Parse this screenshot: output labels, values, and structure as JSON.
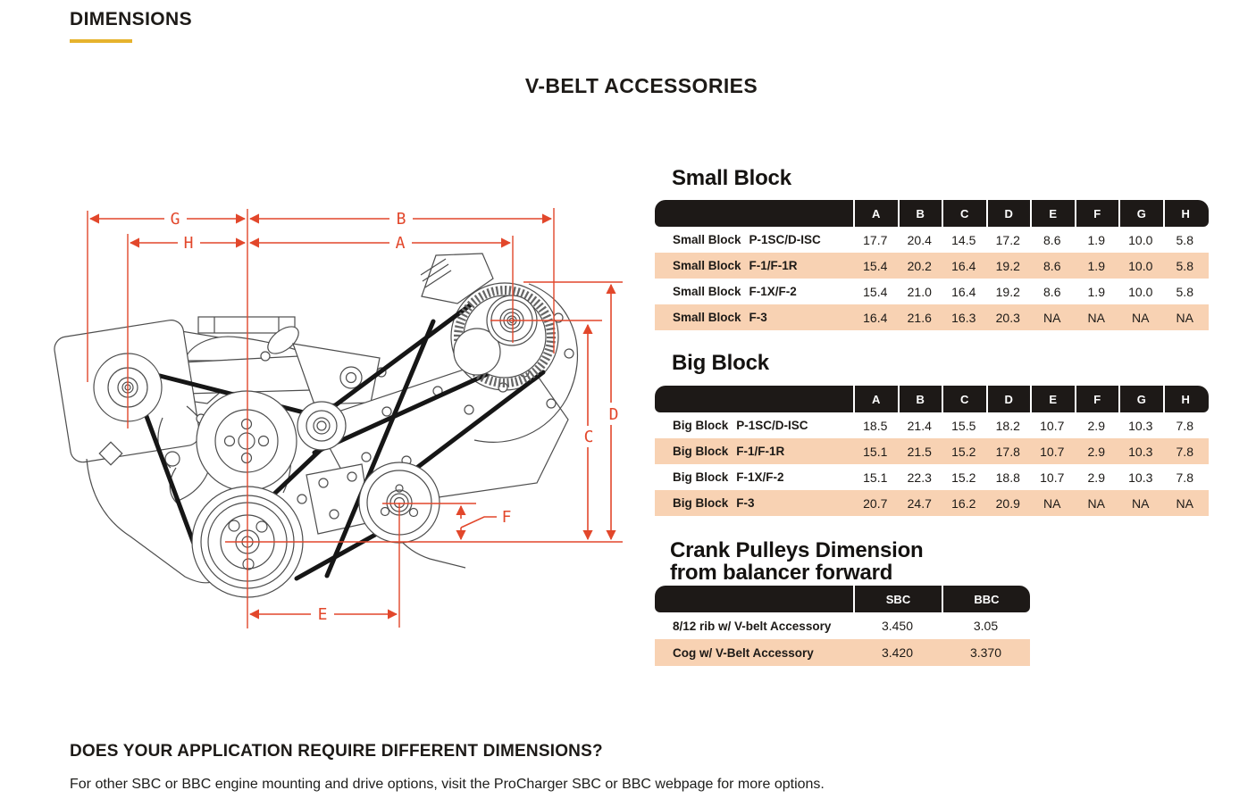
{
  "header": {
    "title": "DIMENSIONS",
    "subtitle": "V-BELT ACCESSORIES"
  },
  "diagram": {
    "a": "A",
    "b": "B",
    "c": "C",
    "d": "D",
    "e": "E",
    "f": "F",
    "g": "G",
    "h": "H"
  },
  "tables": {
    "small_block": {
      "title": "Small Block",
      "columns": [
        "A",
        "B",
        "C",
        "D",
        "E",
        "F",
        "G",
        "H"
      ],
      "rows": [
        {
          "series": "Small Block",
          "model": "P-1SC/D-ISC",
          "values": [
            "17.7",
            "20.4",
            "14.5",
            "17.2",
            "8.6",
            "1.9",
            "10.0",
            "5.8"
          ]
        },
        {
          "series": "Small Block",
          "model": "F-1/F-1R",
          "values": [
            "15.4",
            "20.2",
            "16.4",
            "19.2",
            "8.6",
            "1.9",
            "10.0",
            "5.8"
          ]
        },
        {
          "series": "Small Block",
          "model": "F-1X/F-2",
          "values": [
            "15.4",
            "21.0",
            "16.4",
            "19.2",
            "8.6",
            "1.9",
            "10.0",
            "5.8"
          ]
        },
        {
          "series": "Small Block",
          "model": "F-3",
          "values": [
            "16.4",
            "21.6",
            "16.3",
            "20.3",
            "NA",
            "NA",
            "NA",
            "NA"
          ]
        }
      ]
    },
    "big_block": {
      "title": "Big Block",
      "columns": [
        "A",
        "B",
        "C",
        "D",
        "E",
        "F",
        "G",
        "H"
      ],
      "rows": [
        {
          "series": "Big Block",
          "model": "P-1SC/D-ISC",
          "values": [
            "18.5",
            "21.4",
            "15.5",
            "18.2",
            "10.7",
            "2.9",
            "10.3",
            "7.8"
          ]
        },
        {
          "series": "Big Block",
          "model": "F-1/F-1R",
          "values": [
            "15.1",
            "21.5",
            "15.2",
            "17.8",
            "10.7",
            "2.9",
            "10.3",
            "7.8"
          ]
        },
        {
          "series": "Big Block",
          "model": "F-1X/F-2",
          "values": [
            "15.1",
            "22.3",
            "15.2",
            "18.8",
            "10.7",
            "2.9",
            "10.3",
            "7.8"
          ]
        },
        {
          "series": "Big Block",
          "model": "F-3",
          "values": [
            "20.7",
            "24.7",
            "16.2",
            "20.9",
            "NA",
            "NA",
            "NA",
            "NA"
          ]
        }
      ]
    },
    "crank": {
      "title_line1": "Crank Pulleys Dimension",
      "title_line2": "from balancer forward",
      "columns": [
        "SBC",
        "BBC"
      ],
      "rows": [
        {
          "label": "8/12 rib w/ V-belt Accessory",
          "values": [
            "3.450",
            "3.05"
          ]
        },
        {
          "label": "Cog w/ V-Belt Accessory",
          "values": [
            "3.420",
            "3.370"
          ]
        }
      ]
    }
  },
  "footer": {
    "heading": "DOES YOUR APPLICATION REQUIRE DIFFERENT DIMENSIONS?",
    "text": "For other SBC or BBC engine mounting and drive options, visit the ProCharger SBC or BBC webpage for more options."
  },
  "colors": {
    "accent_yellow": "#e6b32d",
    "dimension_red": "#e2472b",
    "row_peach": "#f8d2b3",
    "header_black": "#1d1917"
  }
}
